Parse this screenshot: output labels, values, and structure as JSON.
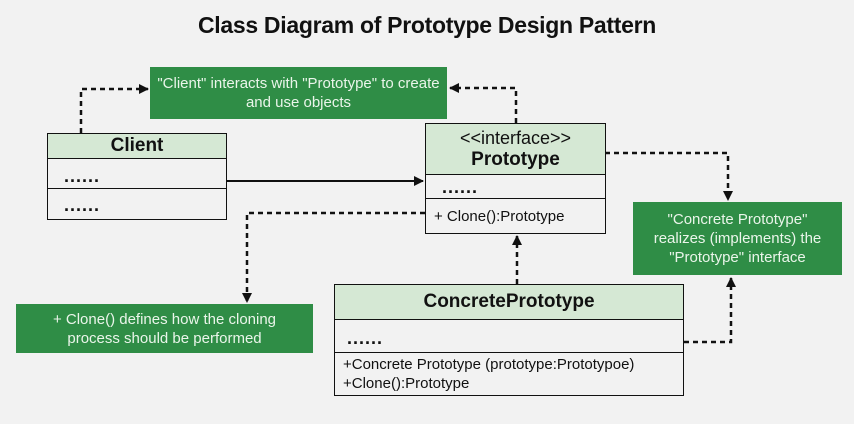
{
  "title": "Class Diagram of Prototype Design Pattern",
  "colors": {
    "background": "#f2f2f2",
    "note_fill": "#2f8d46",
    "note_text": "#eaf5ea",
    "class_header": "#d5e8d4",
    "line": "#111111"
  },
  "notes": {
    "client_interaction": "\"Client\" interacts with \"Prototype\" to create and use objects",
    "realization": "\"Concrete Prototype\" realizes (implements) the \"Prototype\" interface",
    "clone_definition": "+ Clone() defines how the cloning process should be performed"
  },
  "classes": {
    "client": {
      "name": "Client",
      "attributes": "......",
      "operations": "......"
    },
    "prototype": {
      "stereotype": "<<interface>>",
      "name": "Prototype",
      "attributes": "......",
      "operations": [
        "+ Clone():Prototype"
      ]
    },
    "concrete_prototype": {
      "name": "ConcretePrototype",
      "attributes": "......",
      "operations": [
        "+Concrete Prototype (prototype:Prototypoe)",
        "+Clone():Prototype"
      ]
    }
  },
  "relationships": [
    {
      "from": "Client",
      "to": "Prototype",
      "type": "association",
      "style": "solid"
    },
    {
      "from": "ConcretePrototype",
      "to": "Prototype",
      "type": "realization",
      "style": "dotted"
    },
    {
      "from": "Client",
      "to": "note: client_interaction",
      "style": "dotted"
    },
    {
      "from": "Prototype",
      "to": "note: client_interaction",
      "style": "dotted"
    },
    {
      "from": "Prototype",
      "to": "note: realization",
      "style": "dotted"
    },
    {
      "from": "ConcretePrototype",
      "to": "note: realization",
      "style": "dotted"
    },
    {
      "from": "Prototype.Clone",
      "to": "note: clone_definition",
      "style": "dotted"
    }
  ]
}
